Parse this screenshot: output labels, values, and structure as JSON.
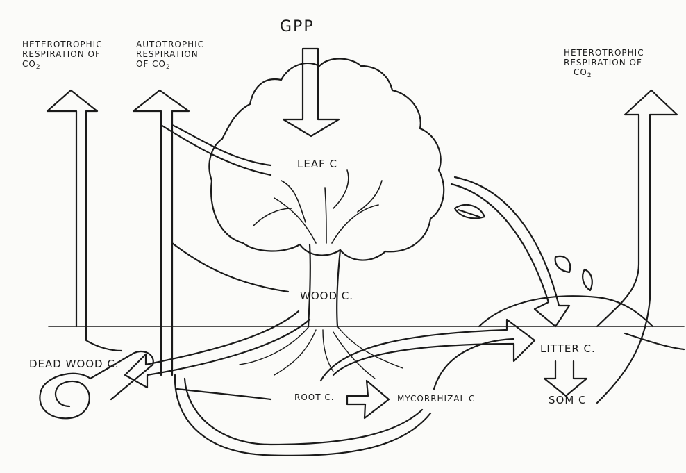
{
  "labels": {
    "gpp": "GPP",
    "hetero_left_line1": "Heterotrophic",
    "hetero_left_line2": "Respiration of",
    "hetero_left_line3": "CO",
    "hetero_left_sub": "2",
    "auto_line1": "Autotrophic",
    "auto_line2": "Respiration",
    "auto_line3": "of CO",
    "auto_sub": "2",
    "hetero_right_line1": "Heterotrophic",
    "hetero_right_line2": "Respiration of",
    "hetero_right_line3": "CO",
    "hetero_right_sub": "2",
    "leaf": "Leaf C",
    "wood": "Wood C.",
    "dead_wood": "Dead Wood C.",
    "root": "Root C.",
    "mycorrhizal": "Mycorrhizal C",
    "litter": "Litter C.",
    "som": "SOM C"
  },
  "colors": {
    "ink": "#1a1a1a",
    "paper": "#fbfbf9"
  }
}
